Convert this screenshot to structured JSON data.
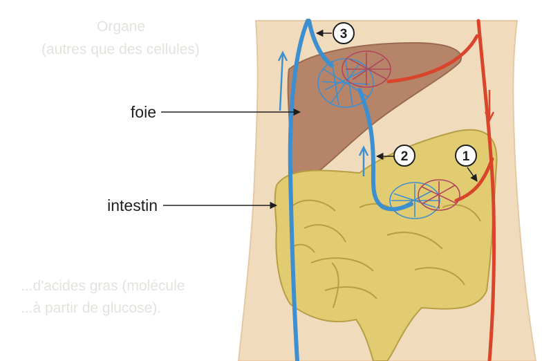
{
  "labels": {
    "liver": "foie",
    "intestine": "intestin"
  },
  "markers": [
    "1",
    "2",
    "3"
  ],
  "bleed_through_text": {
    "line1": "Organe",
    "line2": "(autres que des cellules)",
    "line3": "...d'acides gras (molécule",
    "line4": "...à partir de glucose)."
  },
  "colors": {
    "vein_blue": "#3d8fd0",
    "artery_red": "#d8452a",
    "liver": "#b68468",
    "intestine": "#e1cc72",
    "body": "#f1dbbd"
  }
}
